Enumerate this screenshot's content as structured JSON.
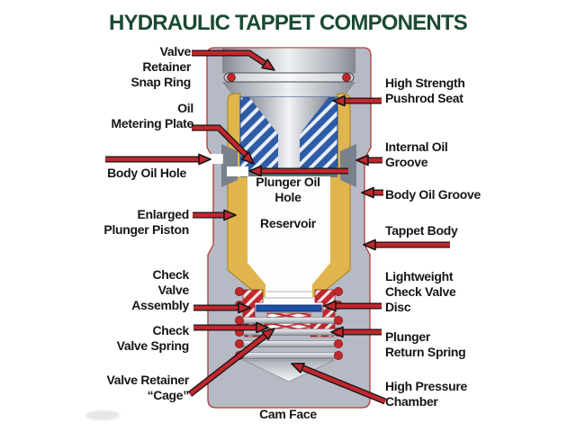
{
  "title": "HYDRAULIC TAPPET COMPONENTS",
  "colors": {
    "title_green": "#1a4a32",
    "arrow_red": "#c1272d",
    "body_gray": "#b6bac5",
    "plunger_yellow": "#e1b54d",
    "seat_hatch_blue": "#2e5ca6",
    "valve_disc_blue": "#1d4fa3",
    "body_outline_red": "#b03a31",
    "label_black": "#161616"
  },
  "labels": {
    "left": [
      {
        "id": "valve-retainer-snap-ring",
        "lines": [
          "Valve",
          "Retainer",
          "Snap Ring"
        ]
      },
      {
        "id": "oil-metering-plate",
        "lines": [
          "Oil",
          "Metering Plate"
        ]
      },
      {
        "id": "body-oil-hole",
        "lines": [
          "Body Oil Hole"
        ]
      },
      {
        "id": "enlarged-plunger-piston",
        "lines": [
          "Enlarged",
          "Plunger Piston"
        ]
      },
      {
        "id": "check-valve-assembly",
        "lines": [
          "Check",
          "Valve",
          "Assembly"
        ]
      },
      {
        "id": "check-valve-spring",
        "lines": [
          "Check",
          "Valve Spring"
        ]
      },
      {
        "id": "valve-retainer-cage",
        "lines": [
          "Valve Retainer",
          "“Cage”"
        ]
      }
    ],
    "right": [
      {
        "id": "high-strength-pushrod-seat",
        "lines": [
          "High Strength",
          "Pushrod Seat"
        ]
      },
      {
        "id": "internal-oil-groove",
        "lines": [
          "Internal Oil",
          "Groove"
        ]
      },
      {
        "id": "body-oil-groove",
        "lines": [
          "Body Oil Groove"
        ]
      },
      {
        "id": "tappet-body",
        "lines": [
          "Tappet Body"
        ]
      },
      {
        "id": "lightweight-check-valve-disc",
        "lines": [
          "Lightweight",
          "Check Valve",
          "Disc"
        ]
      },
      {
        "id": "plunger-return-spring",
        "lines": [
          "Plunger",
          "Return Spring"
        ]
      },
      {
        "id": "high-pressure-chamber",
        "lines": [
          "High Pressure",
          "Chamber"
        ]
      }
    ],
    "center": [
      {
        "id": "plunger-oil-hole",
        "lines": [
          "Plunger Oil",
          "Hole"
        ]
      },
      {
        "id": "reservoir",
        "lines": [
          "Reservoir"
        ]
      },
      {
        "id": "cam-face",
        "lines": [
          "Cam Face"
        ]
      }
    ]
  }
}
